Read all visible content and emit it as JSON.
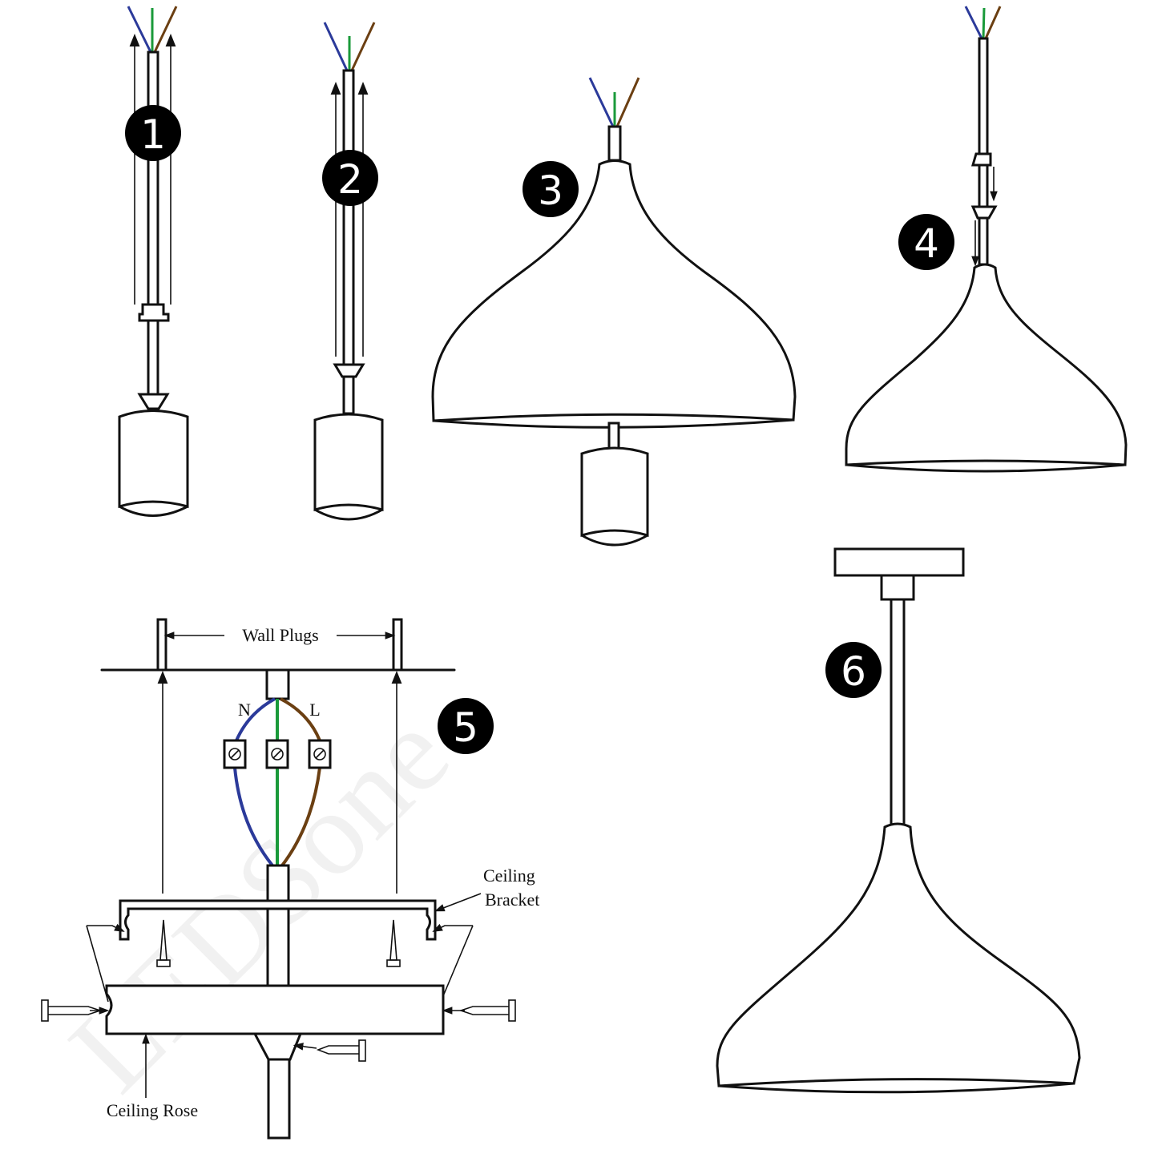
{
  "steps": [
    {
      "number": "1"
    },
    {
      "number": "2"
    },
    {
      "number": "3"
    },
    {
      "number": "4"
    },
    {
      "number": "5"
    },
    {
      "number": "6"
    }
  ],
  "labels": {
    "wall_plugs": "Wall Plugs",
    "neutral": "N",
    "live": "L",
    "ceiling_bracket_line1": "Ceiling",
    "ceiling_bracket_line2": "Bracket",
    "ceiling_rose": "Ceiling Rose"
  },
  "watermark": "LEDSone",
  "colors": {
    "neutral_wire": "#2b3a9a",
    "earth_wire": "#1a9a3a",
    "live_wire": "#6b3f12",
    "badge": "#000000"
  }
}
